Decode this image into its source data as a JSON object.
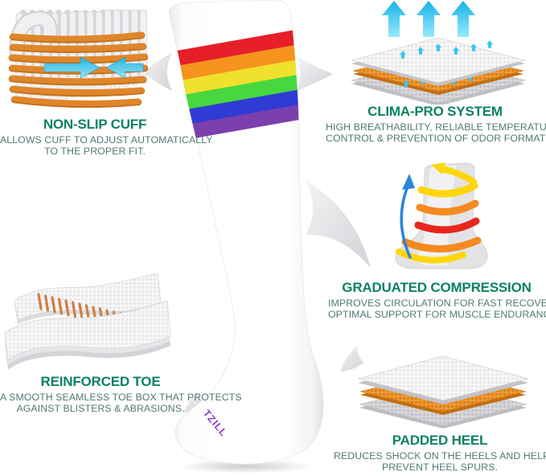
{
  "colors": {
    "heading": "#0d8165",
    "body": "#507a75",
    "arrow-cyan": "#35c6f0",
    "arrow-cyan-dark": "#14a9dc",
    "arrow-blue": "#2b85d8",
    "thread-orange": "#e0862a",
    "band-yellow": "#ffd60a",
    "band-orange": "#f6891f",
    "band-red": "#e8251d",
    "leg-gray": "#e0e0e3",
    "curl-gray": "#d9d9dd"
  },
  "sock": {
    "stripe_colors": [
      "#e81e28",
      "#f8941d",
      "#f2e32c",
      "#47d93e",
      "#2e3bd6",
      "#7b3fae"
    ],
    "brand_text": "TZILL",
    "brand_color": "#8a3fd0"
  },
  "features": [
    {
      "id": "non-slip-cuff",
      "icon": "woven-cuff-with-inward-arrows",
      "title": "NON-SLIP CUFF",
      "desc_lines": [
        "ALLOWS CUFF TO ADJUST AUTOMATICALLY",
        "TO THE PROPER FIT."
      ]
    },
    {
      "id": "clima-pro-system",
      "icon": "breathable-mesh-layers-with-up-arrows",
      "title": "CLIMA-PRO SYSTEM",
      "desc_lines": [
        "HIGH BREATHABILITY, RELIABLE TEMPERATURE",
        "CONTROL & PREVENTION OF ODOR FORMATION."
      ]
    },
    {
      "id": "graduated-compression",
      "icon": "leg-form-with-compression-bands",
      "title": "GRADUATED COMPRESSION",
      "desc_lines": [
        "IMPROVES CIRCULATION FOR FAST RECOVERY,",
        "OPTIMAL SUPPORT FOR MUSCLE ENDURANCE."
      ]
    },
    {
      "id": "reinforced-toe",
      "icon": "stitched-mesh-sheets",
      "title": "REINFORCED TOE",
      "desc_lines": [
        "A SMOOTH SEAMLESS TOE BOX THAT PROTECTS",
        "AGAINST BLISTERS & ABRASIONS."
      ]
    },
    {
      "id": "padded-heel",
      "icon": "padded-mesh-layers",
      "title": "PADDED HEEL",
      "desc_lines": [
        "REDUCES SHOCK ON THE HEELS AND HELPS",
        "PREVENT HEEL SPURS."
      ]
    }
  ]
}
